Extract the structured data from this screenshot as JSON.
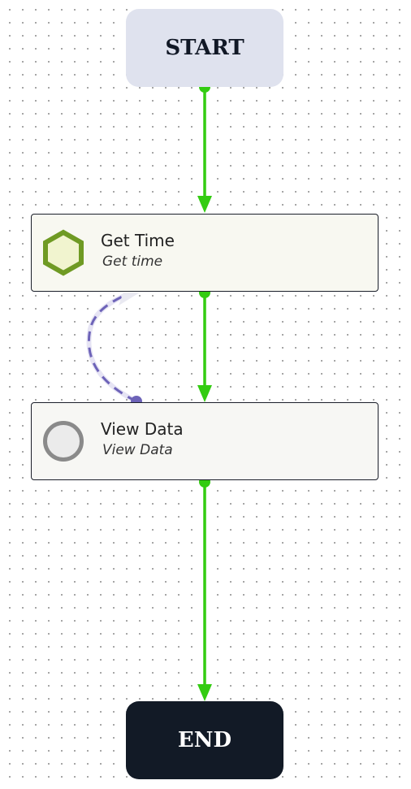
{
  "start_node": {
    "label": "START"
  },
  "end_node": {
    "label": "END"
  },
  "nodes": [
    {
      "title": "Get Time",
      "subtitle": "Get time",
      "icon": "hexagon-icon",
      "icon_color": "#6f9a23"
    },
    {
      "title": "View Data",
      "subtitle": "View Data",
      "icon": "circle-icon",
      "icon_color": "#8a8a8a"
    }
  ],
  "colors": {
    "flow_edge": "#33cc11",
    "data_edge": "#6d63b8",
    "start_bg": "#dfe2ee",
    "end_bg": "#121a26"
  }
}
